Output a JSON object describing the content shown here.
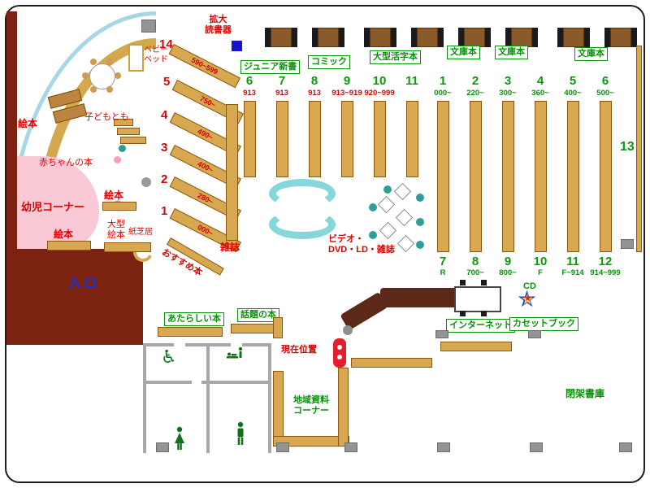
{
  "colors": {
    "shelf_tan": "#d8a851",
    "wall_maroon": "#7b2210",
    "label_red": "#e00000",
    "label_green": "#0a910a",
    "entrance_blue": "#1133ee",
    "bench_cyan": "#86d7d9",
    "window_blue": "#a6d7e8",
    "counter_brown": "#5c2817",
    "table_brown": "#8b5a2b",
    "marker_red": "#e51d2c"
  },
  "icons": {
    "wheelchair": "♿",
    "cd_star": "★"
  },
  "entrance": "入口",
  "reader": {
    "l1": "拡大",
    "l2": "読書器"
  },
  "kids_area": {
    "picture_books": "絵本",
    "baby_books": "赤ちゃんの本",
    "toddler_corner": "幼児コーナー",
    "kodomo_tomo": "子どもとも",
    "baby_bed_l1": "ベビー",
    "baby_bed_l2": "ベッド",
    "large_picture_l1": "大型",
    "large_picture_l2": "絵本",
    "kamishibai": "紙芝居"
  },
  "diagonal_shelves": [
    {
      "no": "14",
      "range": "590~599"
    },
    {
      "no": "5",
      "range": "750~"
    },
    {
      "no": "4",
      "range": "490~"
    },
    {
      "no": "3",
      "range": "400~"
    },
    {
      "no": "2",
      "range": "280~"
    },
    {
      "no": "1",
      "range": "000~"
    }
  ],
  "recommended": "おすすめ本",
  "sections": {
    "junior": "ジュニア新書",
    "comic": "コミック",
    "large_print": "大型活字本",
    "bunko1": "文庫本",
    "bunko2": "文庫本",
    "bunko3": "文庫本",
    "new_books": "あたらしい本",
    "topical": "話題の本",
    "internet": "インターネット",
    "cd": "CD",
    "cassette": "カセットブック"
  },
  "stacks": {
    "center": [
      {
        "no": "6",
        "range": "913"
      },
      {
        "no": "7",
        "range": "913"
      },
      {
        "no": "8",
        "range": "913"
      },
      {
        "no": "9",
        "range": "913~919"
      },
      {
        "no": "10",
        "range": "920~999"
      },
      {
        "no": "11",
        "range": ""
      }
    ],
    "right_top": [
      {
        "no": "1",
        "range": "000~"
      },
      {
        "no": "2",
        "range": "220~"
      },
      {
        "no": "3",
        "range": "300~"
      },
      {
        "no": "4",
        "range": "360~"
      },
      {
        "no": "5",
        "range": "400~"
      },
      {
        "no": "6",
        "range": "500~"
      }
    ],
    "right_bottom": [
      {
        "no": "7",
        "range": "R"
      },
      {
        "no": "8",
        "range": "700~"
      },
      {
        "no": "9",
        "range": "800~"
      },
      {
        "no": "10",
        "range": "F"
      },
      {
        "no": "11",
        "range": "F~914"
      },
      {
        "no": "12",
        "range": "914~999"
      }
    ],
    "wall_shelf": "13"
  },
  "magazines": "雑誌",
  "video": {
    "l1": "ビデオ・",
    "l2": "DVD・LD・雑誌"
  },
  "current_location": "現在位置",
  "local_materials": {
    "l1": "地域資料",
    "l2": "コーナー"
  },
  "closed_stacks": "閉架書庫"
}
